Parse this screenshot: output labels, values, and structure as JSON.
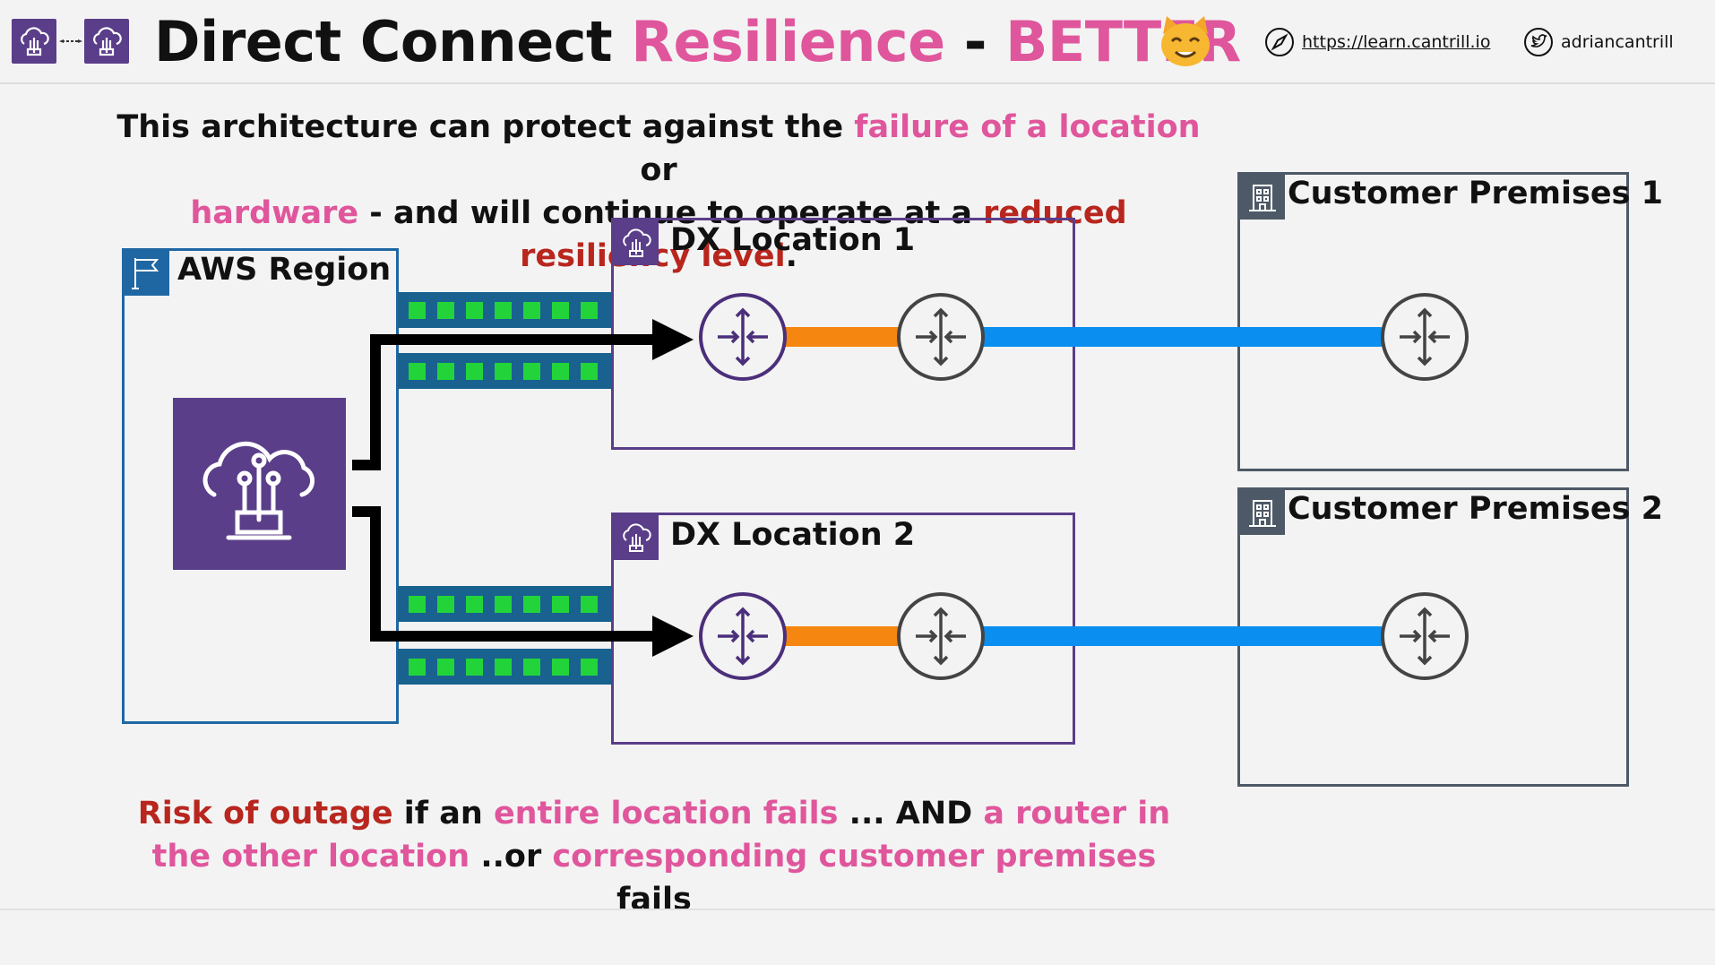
{
  "header": {
    "title_part1": "Direct Connect ",
    "title_part2": "Resilience",
    "title_part3": " - ",
    "title_part4": "BETTER",
    "website": "https://learn.cantrill.io",
    "twitter": "adriancantrill"
  },
  "intro": {
    "t1": "This architecture can protect against the ",
    "t2": "failure of a location",
    "t3": " or ",
    "t4": "hardware",
    "t5": " - and will continue to operate at a ",
    "t6": "reduced resiliency level",
    "t7": "."
  },
  "diagram": {
    "aws_region": "AWS Region",
    "dx_location_1": "DX Location 1",
    "dx_location_2": "DX Location 2",
    "customer_premises_1": "Customer Premises 1",
    "customer_premises_2": "Customer Premises 2"
  },
  "footer": {
    "f1": "Risk of outage",
    "f2": " if an ",
    "f3": "entire location fails",
    "f4": " ... AND ",
    "f5": "a router in the other location",
    "f6": " ..or ",
    "f7": "corresponding customer premises",
    "f8": " fails"
  },
  "colors": {
    "pink": "#e0569c",
    "red": "#b8261e",
    "aws_purple": "#5a3e8a",
    "region_blue": "#1f67a3",
    "premises_gray": "#4d5966",
    "cross_connect_orange": "#f5860f",
    "customer_link_blue": "#0a8ef0",
    "port_green": "#22d43a"
  },
  "icons": [
    "direct-connect-icon",
    "bidirectional-arrow-icon",
    "cat-emoji-icon",
    "compass-icon",
    "twitter-bird-icon",
    "region-flag-icon",
    "building-icon",
    "router-icon",
    "arrow-icon"
  ]
}
